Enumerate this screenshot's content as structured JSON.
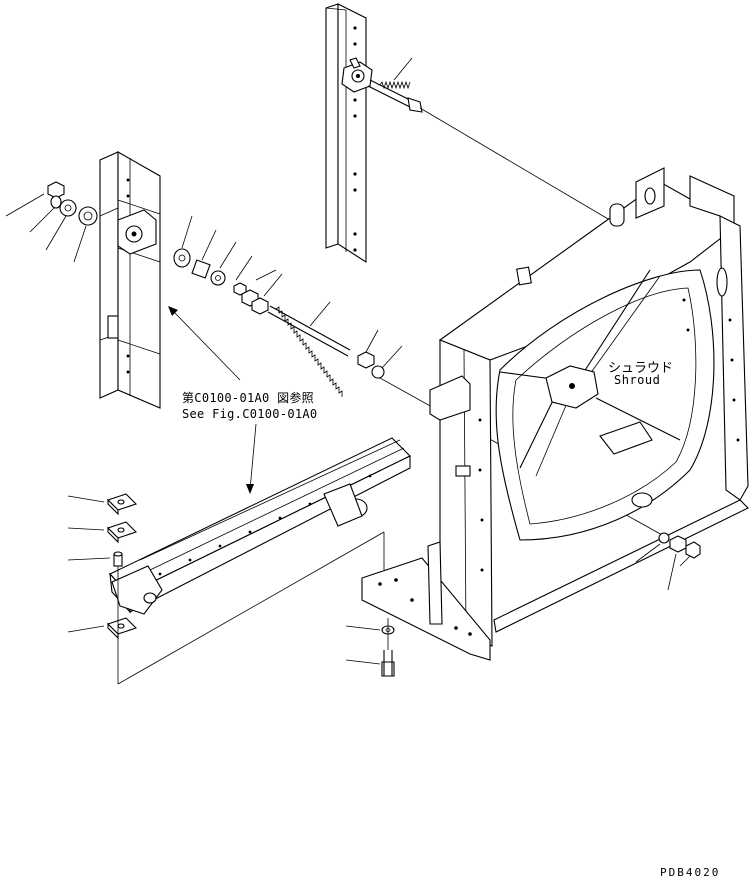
{
  "labels": {
    "ref_jp": "第C0100-01A0 図参照",
    "ref_en": "See Fig.C0100-01A0",
    "shroud_jp": "シュラウド",
    "shroud_en": "Shroud",
    "drawing_no": "PDB4020"
  }
}
